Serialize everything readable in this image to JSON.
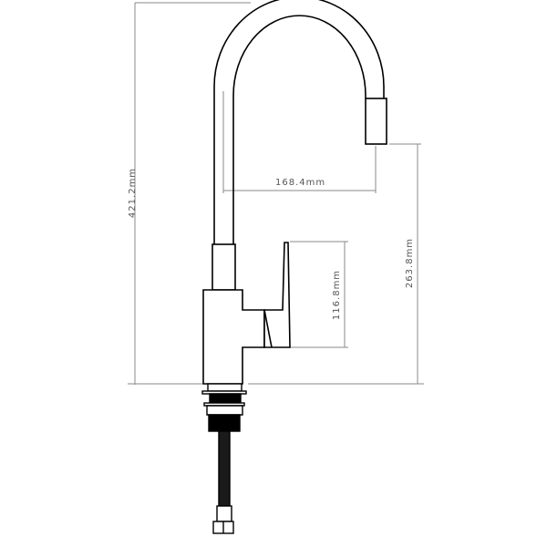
{
  "drawing": {
    "subject": "kitchen faucet technical drawing",
    "stroke_color": "#000000",
    "dimension_line_color": "#888888",
    "dimensions": {
      "total_height": "421.2mm",
      "spout_reach": "168.4mm",
      "handle_height": "116.8mm",
      "spout_outlet_height": "263.8mm"
    }
  }
}
